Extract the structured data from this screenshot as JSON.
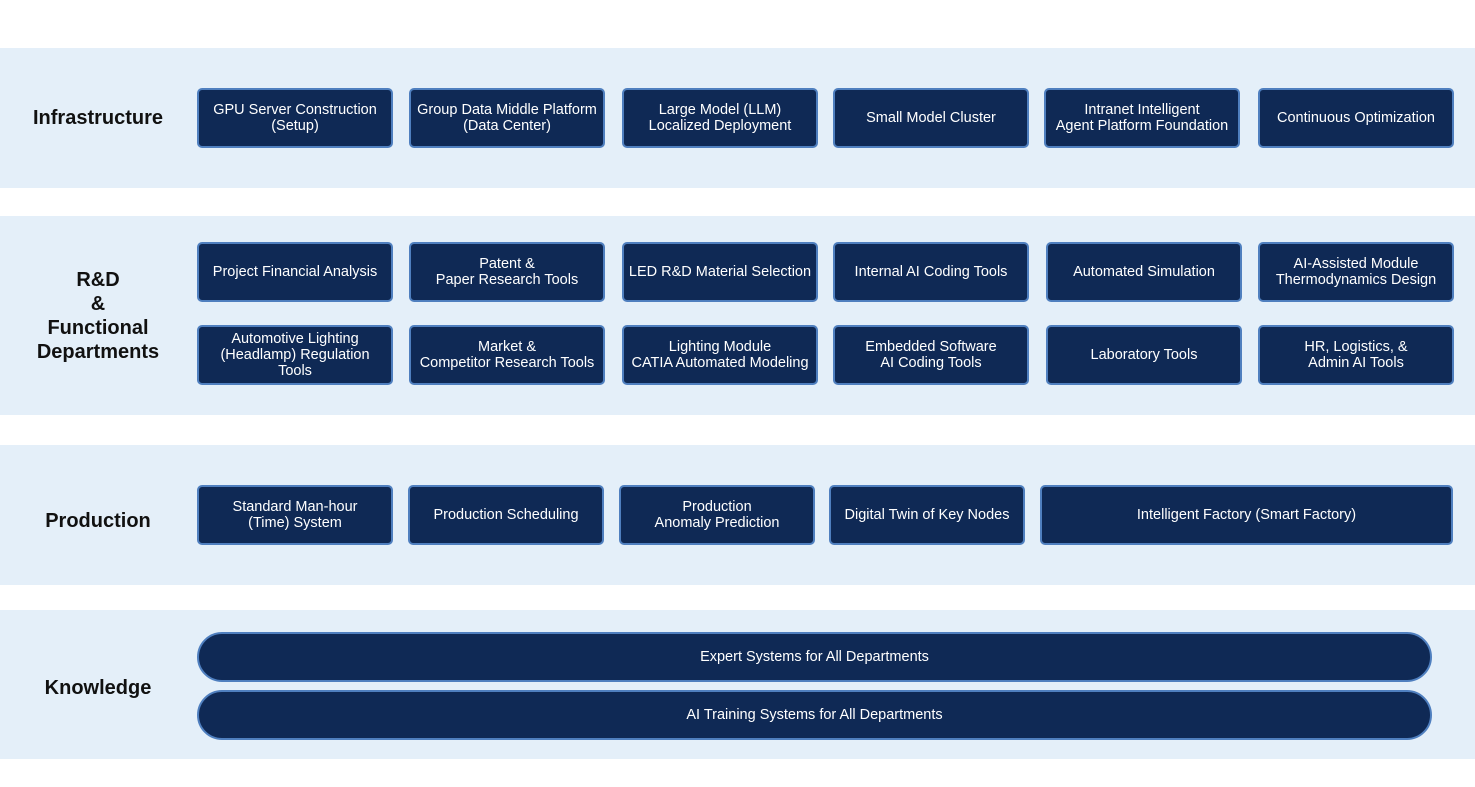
{
  "rows": {
    "infrastructure": {
      "label": "Infrastructure",
      "items": [
        "GPU Server Construction\n(Setup)",
        "Group Data Middle Platform\n(Data Center)",
        "Large Model (LLM)\nLocalized Deployment",
        "Small Model Cluster",
        "Intranet Intelligent\nAgent Platform Foundation",
        "Continuous Optimization"
      ]
    },
    "rnd": {
      "label": "R&D\n&\nFunctional\nDepartments",
      "items_row1": [
        "Project Financial Analysis",
        "Patent &\nPaper Research Tools",
        "LED R&D Material Selection",
        "Internal AI Coding Tools",
        "Automated Simulation",
        "AI-Assisted Module\nThermodynamics Design"
      ],
      "items_row2": [
        "Automotive Lighting\n(Headlamp) Regulation Tools",
        "Market &\nCompetitor Research Tools",
        "Lighting Module\nCATIA Automated Modeling",
        "Embedded Software\nAI Coding Tools",
        "Laboratory Tools",
        "HR, Logistics, &\nAdmin AI Tools"
      ]
    },
    "production": {
      "label": "Production",
      "items": [
        "Standard Man-hour\n(Time) System",
        "Production Scheduling",
        "Production\nAnomaly Prediction",
        "Digital Twin of Key Nodes",
        "Intelligent Factory (Smart Factory)"
      ]
    },
    "knowledge": {
      "label": "Knowledge",
      "items": [
        "Expert Systems for All Departments",
        "AI Training Systems for All Departments"
      ]
    }
  }
}
